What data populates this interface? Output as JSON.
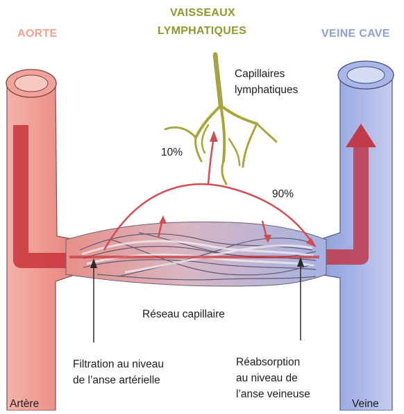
{
  "headers": {
    "aorte": "AORTE",
    "lymph_line1": "VAISSEAUX",
    "lymph_line2": "LYMPHATIQUES",
    "veine_cave": "VEINE CAVE"
  },
  "labels": {
    "capillaires_line1": "Capillaires",
    "capillaires_line2": "lymphatiques",
    "pct_lymph": "10%",
    "pct_venous": "90%",
    "reseau": "Réseau capillaire",
    "filtration_line1": "Filtration au niveau",
    "filtration_line2": "de l’anse artérielle",
    "reabsorption_line1": "Réabsorption",
    "reabsorption_line2": "au niveau de",
    "reabsorption_line3": "l’anse veineuse",
    "artere": "Artère",
    "veine": "Veine"
  },
  "colors": {
    "aorte": "#f2a08f",
    "lymph": "#8d9a2c",
    "veine_cave": "#8e9fd2",
    "artery_fill": "#ee9d95",
    "artery_dark": "#c8343a",
    "vein_fill": "#a9b4e3",
    "vein_dark": "#c03a4a",
    "lymph_vessel": "#b7b43a"
  },
  "icons": [
    "arrow-up-icon",
    "arrow-right-icon"
  ]
}
